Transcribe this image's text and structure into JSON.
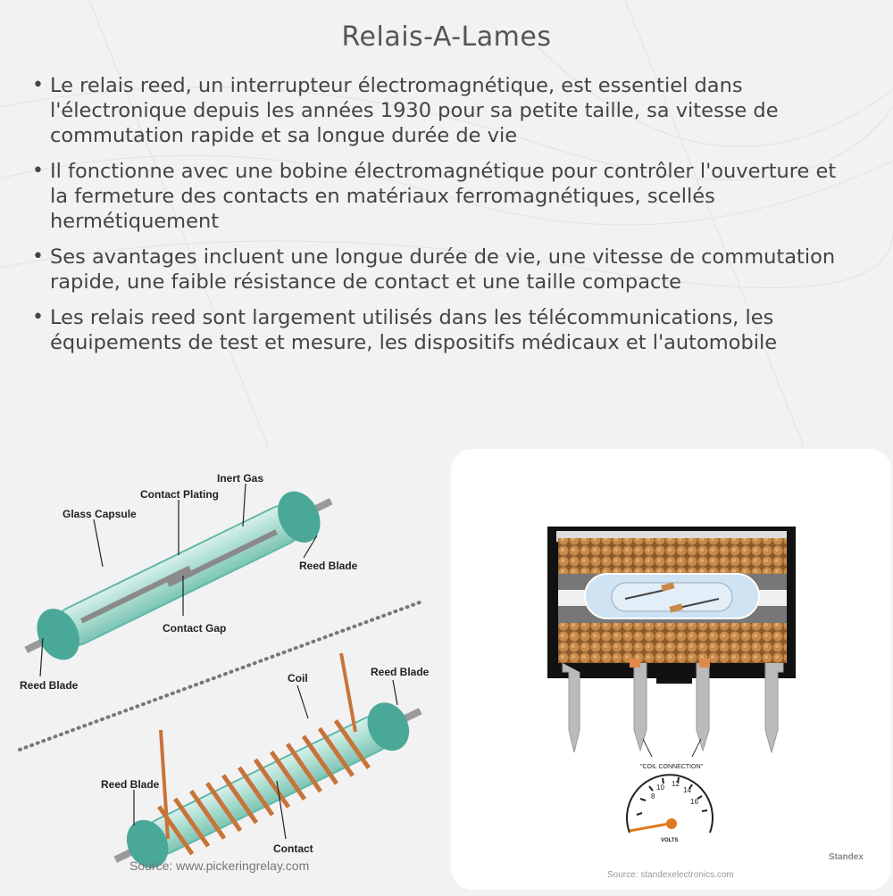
{
  "title": "Relais-A-Lames",
  "bullets": [
    "Le relais reed, un interrupteur électromagnétique, est essentiel dans l'électronique depuis les années 1930 pour sa petite taille, sa vitesse de commutation rapide et sa longue durée de vie",
    "Il fonctionne avec une bobine électromagnétique pour contrôler l'ouverture et la fermeture des contacts en matériaux ferromagnétiques, scellés hermétiquement",
    "Ses avantages incluent une longue durée de vie, une vitesse de commutation rapide, une faible résistance de contact et une taille compacte",
    "Les relais reed sont largement utilisés dans les télécommunications, les équipements de test et mesure, les dispositifs médicaux et l'automobile"
  ],
  "left_figure": {
    "labels": {
      "inert_gas": "Inert Gas",
      "contact_plating": "Contact Plating",
      "glass_capsule": "Glass Capsule",
      "reed_blade_top_right": "Reed Blade",
      "contact_gap": "Contact Gap",
      "reed_blade_top_left": "Reed Blade",
      "coil": "Coil",
      "reed_blade_bottom_right": "Reed Blade",
      "reed_blade_bottom_left": "Reed Blade",
      "contact": "Contact"
    },
    "source": "Source: www.pickeringrelay.com"
  },
  "right_figure": {
    "coil_connection": "\"COIL CONNECTION\"",
    "gauge_ticks": [
      "8",
      "10",
      "12",
      "14",
      "16"
    ],
    "gauge_unit": "VOLTS",
    "source": "Source: standexelectronics.com",
    "brand": "Standex"
  },
  "colors": {
    "glass": "#5fb8a8",
    "copper": "#c8733a",
    "background": "#f2f2f2"
  }
}
